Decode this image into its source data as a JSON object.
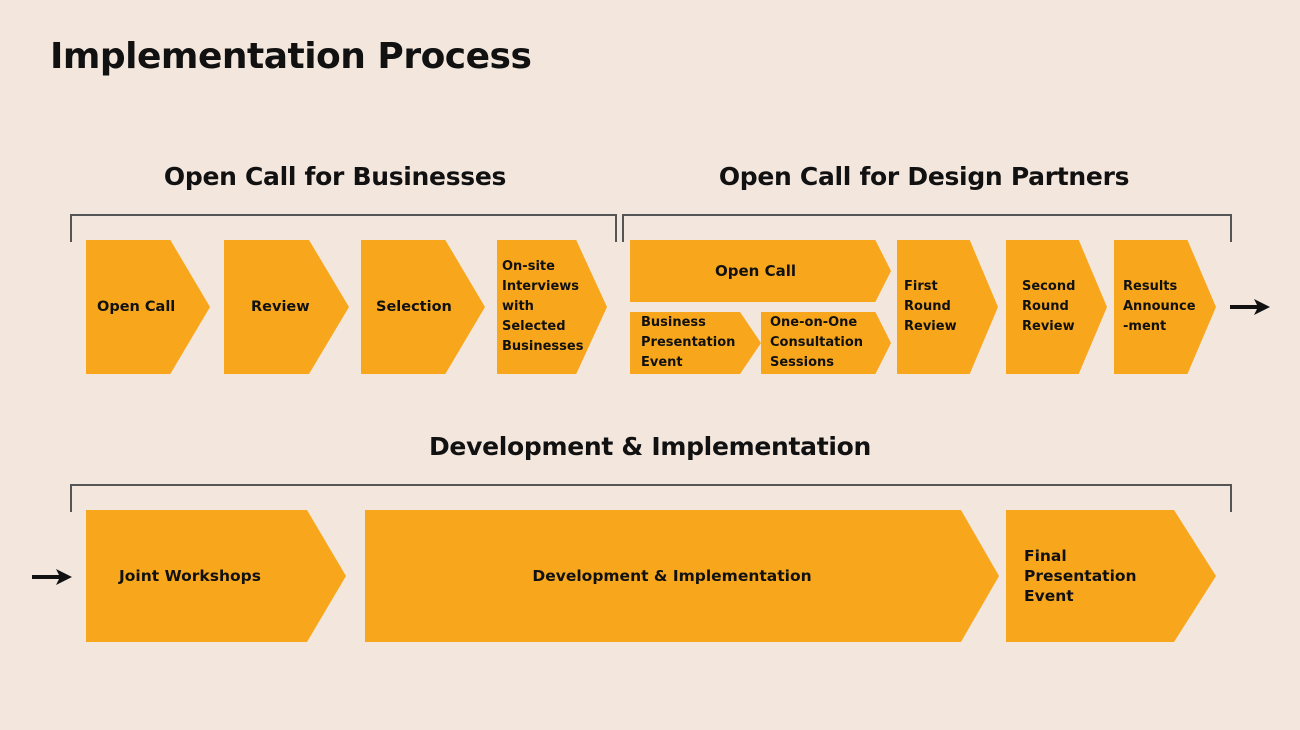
{
  "title": "Implementation Process",
  "sections": {
    "businesses": "Open Call for Businesses",
    "partners": "Open Call for Design Partners",
    "development": "Development & Implementation"
  },
  "colors": {
    "background": "#f3e6dd",
    "step": "#f8a71c",
    "bracket": "#555555",
    "text": "#111111"
  },
  "steps": {
    "biz_open_call": "Open Call",
    "biz_review": "Review",
    "biz_selection": "Selection",
    "biz_interviews": "On-site Interviews with Selected Businesses",
    "dp_open_call": "Open Call",
    "dp_business_presentation": "Business Presentation Event",
    "dp_consultation": "One-on-One Consultation Sessions",
    "dp_first_round": "First Round Review",
    "dp_second_round": "Second Round Review",
    "dp_results": "Results Announce -ment",
    "dev_workshops": "Joint Workshops",
    "dev_development": "Development & Implementation",
    "dev_final": "Final Presentation Event"
  },
  "icons": {
    "continue": "arrow-right-icon"
  }
}
